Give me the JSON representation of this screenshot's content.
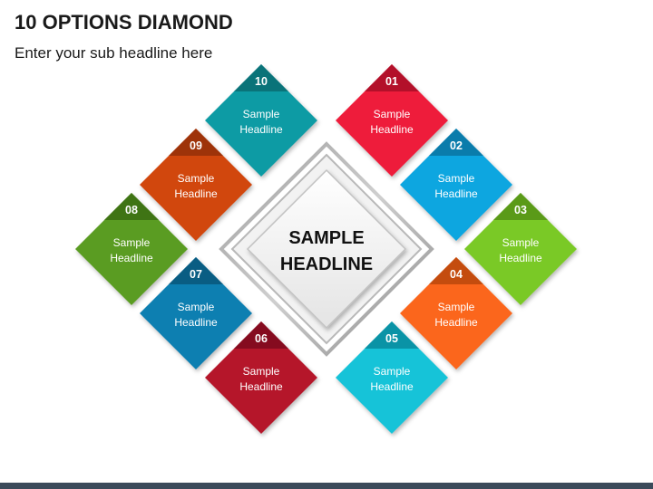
{
  "title": "10 OPTIONS DIAMOND",
  "subtitle": "Enter your sub headline here",
  "center": {
    "line1": "SAMPLE",
    "line2": "HEADLINE"
  },
  "options": [
    {
      "number": "01",
      "line1": "Sample",
      "line2": "Headline",
      "color": "#ee1c3a",
      "dark": "#b3102a"
    },
    {
      "number": "02",
      "line1": "Sample",
      "line2": "Headline",
      "color": "#11a6e0",
      "dark": "#0a7cab"
    },
    {
      "number": "03",
      "line1": "Sample",
      "line2": "Headline",
      "color": "#7ac928",
      "dark": "#5a9a18"
    },
    {
      "number": "04",
      "line1": "Sample",
      "line2": "Headline",
      "color": "#fb661b",
      "dark": "#c44c0e"
    },
    {
      "number": "05",
      "line1": "Sample",
      "line2": "Headline",
      "color": "#14c3d8",
      "dark": "#0a93a6"
    },
    {
      "number": "06",
      "line1": "Sample",
      "line2": "Headline",
      "color": "#b5122c",
      "dark": "#850b1f"
    },
    {
      "number": "07",
      "line1": "Sample",
      "line2": "Headline",
      "color": "#0e7fb1",
      "dark": "#095d83"
    },
    {
      "number": "08",
      "line1": "Sample",
      "line2": "Headline",
      "color": "#5a9c22",
      "dark": "#3f7414"
    },
    {
      "number": "09",
      "line1": "Sample",
      "line2": "Headline",
      "color": "#d1470f",
      "dark": "#9e3309"
    },
    {
      "number": "10",
      "line1": "Sample",
      "line2": "Headline",
      "color": "#0f9ba4",
      "dark": "#0a7379"
    }
  ]
}
